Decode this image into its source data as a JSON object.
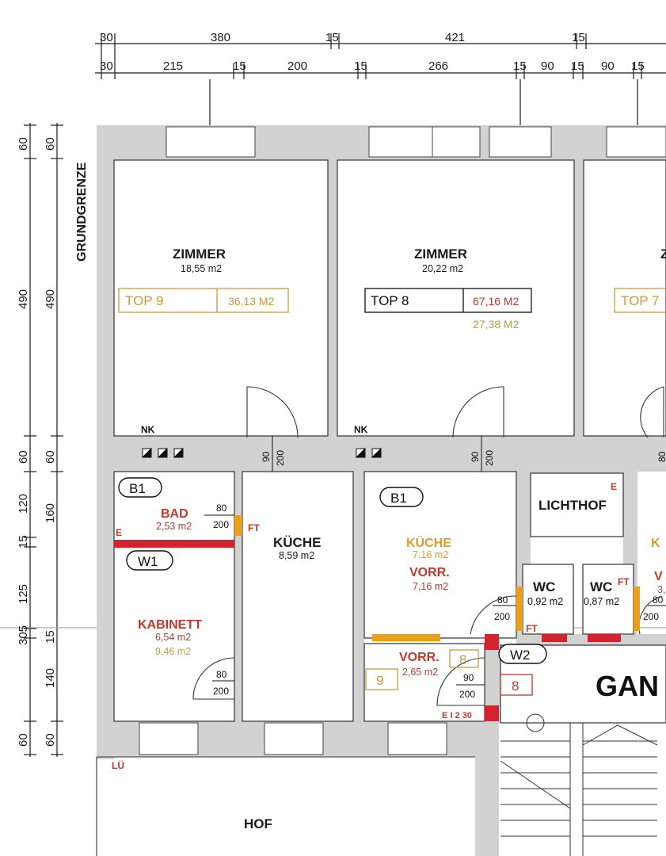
{
  "top_dims": {
    "row1": [
      "30",
      "380",
      "15",
      "421",
      "15"
    ],
    "row2": [
      "30",
      "215",
      "15",
      "200",
      "15",
      "266",
      "15",
      "90",
      "15",
      "90",
      "15"
    ]
  },
  "left_dims": {
    "outer": [
      "60",
      "490",
      "60",
      "120",
      "15",
      "125",
      "305",
      "15",
      "140",
      "60"
    ],
    "inner": [
      "60",
      "490",
      "60",
      "160",
      "60"
    ]
  },
  "grundgrenze": "GRUNDGRENZE",
  "rooms": {
    "zimmer1": {
      "name": "ZIMMER",
      "area": "18,55 m2"
    },
    "zimmer2": {
      "name": "ZIMMER",
      "area": "20,22 m2"
    },
    "zimmer3": {
      "name": "Z"
    },
    "bad": {
      "name": "BAD",
      "area": "2,53 m2"
    },
    "kueche1": {
      "name": "KÜCHE",
      "area": "8,59 m2"
    },
    "kabinett": {
      "name": "KABINETT",
      "area1": "6,54 m2",
      "area2": "9,46 m2"
    },
    "kueche2": {
      "name": "KÜCHE",
      "area": "7,16 m2"
    },
    "vorr1": {
      "name": "VORR.",
      "area": "7,16 m2"
    },
    "vorr2": {
      "name": "VORR.",
      "area": "2,65 m2"
    },
    "lichthof": {
      "name": "LICHTHOF"
    },
    "wc1": {
      "name": "WC",
      "area": "0,92 m2"
    },
    "wc2": {
      "name": "WC",
      "area": "0,87 m2"
    },
    "k_partial": {
      "name": "K"
    },
    "v_partial": {
      "name": "V"
    },
    "three_partial": {
      "area": "3,"
    },
    "gang": {
      "name": "GAN"
    },
    "hof": {
      "name": "HOF"
    }
  },
  "top_boxes": {
    "top9": {
      "label": "TOP  9",
      "area": "36,13 M2"
    },
    "top8": {
      "label": "TOP  8",
      "area": "67,16 M2",
      "area2": "27,38 M2"
    },
    "top7": {
      "label": "TOP  7"
    }
  },
  "labels": {
    "nk1": "NK",
    "nk2": "NK",
    "b1a": "B1",
    "b1b": "B1",
    "w1": "W1",
    "w2": "W2",
    "e1": "E",
    "e2": "E",
    "ft1": "FT",
    "ft2": "FT",
    "ft3": "FT",
    "lue": "LÜ",
    "ei230": "E I 2 30",
    "box8a": "8",
    "box8b": "8",
    "box9": "9"
  },
  "door_dims": {
    "d1": {
      "w": "90",
      "h": "200"
    },
    "d2": {
      "w": "90",
      "h": "200"
    },
    "d3": {
      "w": "80",
      "h": "200"
    },
    "d4": {
      "w": "80",
      "h": "200"
    },
    "d5": {
      "w": "80",
      "h": "200"
    },
    "d6": {
      "w": "90",
      "h": "200"
    },
    "d7": {
      "w": "80",
      "h": "200"
    },
    "d8": {
      "w": "80"
    }
  }
}
